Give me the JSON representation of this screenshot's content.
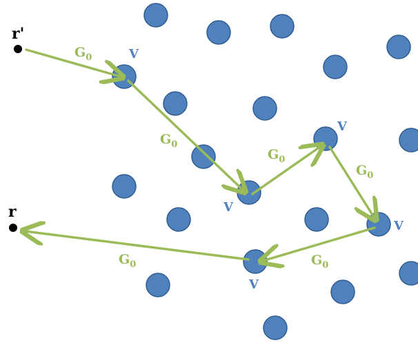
{
  "labels": {
    "start_point": "r'",
    "end_point": "r",
    "propagator": "G",
    "propagator_sub": "0",
    "potential": "V"
  },
  "colors": {
    "scatterer_fill": "#4F81BD",
    "path": "#9BBB59",
    "point": "#000000"
  }
}
